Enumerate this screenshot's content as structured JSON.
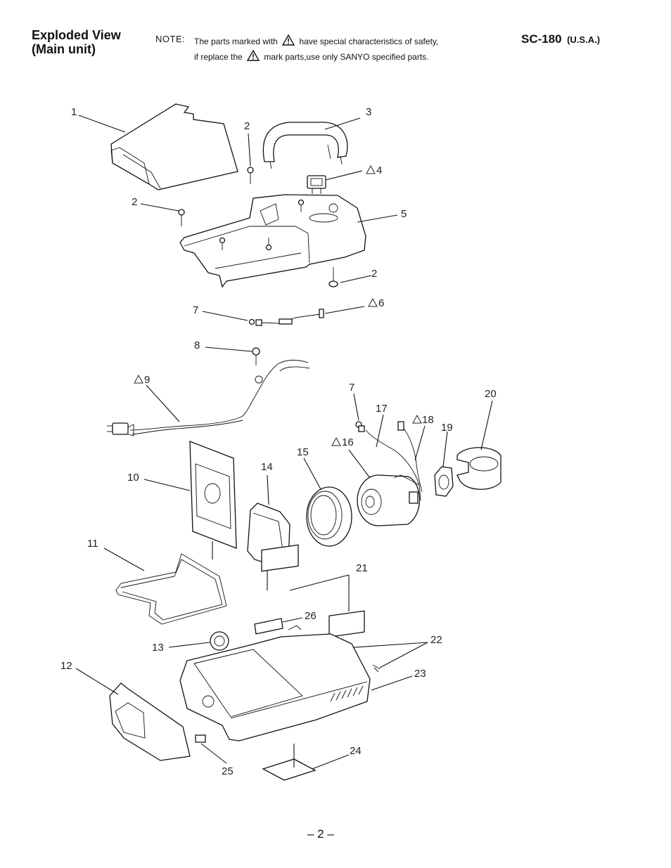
{
  "header": {
    "title_line1": "Exploded View",
    "title_line2": "(Main unit)",
    "note_label": "NOTE:",
    "note_line1_a": "The parts marked with",
    "note_line1_b": "have special characteristics of safety,",
    "note_line2_a": "if replace the",
    "note_line2_b": "mark parts,use only SANYO specified parts.",
    "model": "SC-180",
    "region": "(U.S.A.)"
  },
  "icons": {
    "safety_mark": "warning-triangle-icon"
  },
  "part_labels": {
    "p1": "1",
    "p2a": "2",
    "p2b": "2",
    "p2c": "2",
    "p3": "3",
    "p4": "4",
    "p5": "5",
    "p6": "6",
    "p7a": "7",
    "p7b": "7",
    "p8": "8",
    "p9": "9",
    "p10": "10",
    "p11": "11",
    "p12": "12",
    "p13": "13",
    "p14": "14",
    "p15": "15",
    "p16": "16",
    "p17": "17",
    "p18": "18",
    "p19": "19",
    "p20": "20",
    "p21": "21",
    "p22": "22",
    "p23": "23",
    "p24": "24",
    "p25": "25",
    "p26": "26"
  },
  "footer": {
    "page_number": "– 2 –"
  }
}
